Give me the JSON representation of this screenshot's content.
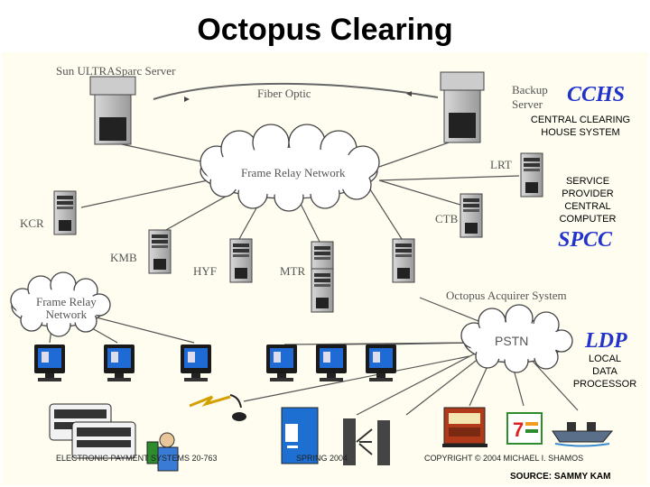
{
  "title": "Octopus Clearing",
  "labels": {
    "sun_server": "Sun ULTRASparc Server",
    "fiber_optic": "Fiber Optic",
    "backup_server": "Backup\nServer",
    "frame_relay_top": "Frame Relay Network",
    "frame_relay_left": "Frame Relay\nNetwork",
    "lrt": "LRT",
    "ctb": "CTB",
    "kcr": "KCR",
    "kmb": "KMB",
    "hyf": "HYF",
    "mtr": "MTR",
    "octopus_acquirer": "Octopus Acquirer System",
    "pstn": "PSTN"
  },
  "systems": {
    "cchs": "CCHS",
    "cchs_desc": "CENTRAL CLEARING\nHOUSE SYSTEM",
    "spcc": "SPCC",
    "spcc_desc": "SERVICE\nPROVIDER\nCENTRAL\nCOMPUTER",
    "ldp": "LDP",
    "ldp_desc": "LOCAL\nDATA\nPROCESSOR"
  },
  "footer": {
    "course": "ELECTRONIC PAYMENT SYSTEMS 20-763",
    "term": "SPRING 2004",
    "copyright": "COPYRIGHT © 2004 MICHAEL I. SHAMOS",
    "source": "SOURCE: SAMMY KAM"
  },
  "colors": {
    "title_bg": "#ffffff",
    "panel_bg": "#fefdf0",
    "accent": "#2233cc",
    "label_gray": "#555555"
  }
}
